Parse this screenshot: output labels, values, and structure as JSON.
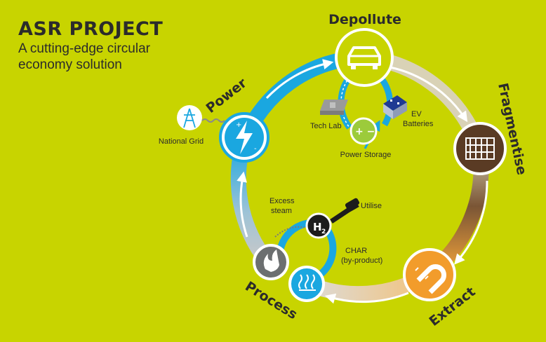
{
  "header": {
    "title": "ASR PROJECT",
    "subtitle": "A cutting-edge circular economy solution"
  },
  "stages": {
    "depollute": "Depollute",
    "fragmentise": "Fragmentise",
    "extract": "Extract",
    "process": "Process",
    "power": "Power"
  },
  "labels": {
    "national_grid": "National Grid",
    "tech_lab": "Tech Lab",
    "ev_batteries_1": "EV",
    "ev_batteries_2": "Batteries",
    "power_storage": "Power Storage",
    "excess_steam_1": "Excess",
    "excess_steam_2": "steam",
    "utilise": "Utilise",
    "char_1": "CHAR",
    "char_2": "(by-product)",
    "h2": "H",
    "h2_sub": "2"
  },
  "icons": {
    "depollute": "car-icon",
    "fragmentise": "shredder-icon",
    "extract": "magnet-icon",
    "process_fire": "flame-icon",
    "process_heat": "heat-waves-icon",
    "power": "lightning-bolt-icon",
    "national_grid": "pylon-icon",
    "tech_lab": "building-icon",
    "ev_batteries": "battery-pack-icon",
    "power_storage": "battery-icon",
    "hydrogen": "hydrogen-pump-icon"
  },
  "colors": {
    "background": "#c8d400",
    "ring_blue": "#1aa7e0",
    "ring_brown": "#6e4a2e",
    "ring_orange": "#f2a33a",
    "power_blue": "#1aa7e0",
    "fragmentise_brown": "#5a3b24",
    "extract_orange": "#f29c2b",
    "process_grey": "#6c6f70",
    "hydrogen_dark": "#1c1c1c",
    "storage_green": "#9ccb3b",
    "text_dark": "#2b2b2b"
  }
}
